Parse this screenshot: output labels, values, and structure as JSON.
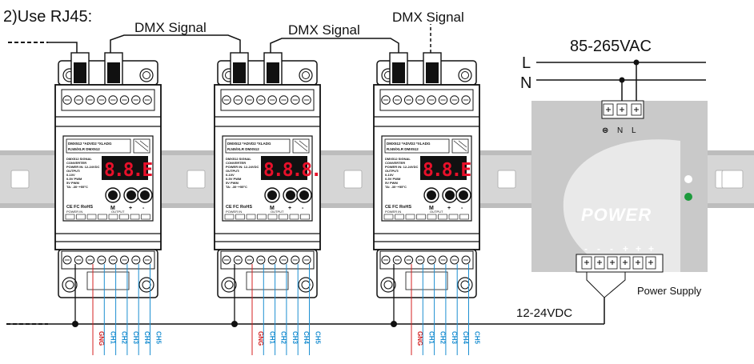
{
  "title": "2)Use RJ45:",
  "dmx_signal_labels": [
    "DMX Signal",
    "DMX Signal",
    "DMX Signal"
  ],
  "mains": {
    "voltage": "85-265VAC",
    "line": "L",
    "neutral": "N"
  },
  "power_supply": {
    "label": "Power Supply",
    "brand_text": "POWER",
    "input_terminals": [
      "⊜",
      "N",
      "L"
    ],
    "output_polarity": [
      "-",
      "-",
      "-",
      "+",
      "+",
      "+"
    ],
    "output_voltage": "12-24VDC"
  },
  "converters": [
    {
      "display": "8.8.E",
      "header_line1": "DMX512 *ADVD2 *XLADG",
      "header_line2": "RJ45/XLR  DMX512",
      "info_lines": [
        "DMX512 SIGNAL",
        "CONVERTER",
        "POWER IN: 12-24VDC",
        "OUTPUT:",
        "0-10V",
        "0-5V PWM",
        "5V PWM",
        "TA: -30~+55°C"
      ],
      "buttons": [
        "M",
        "+",
        "-"
      ],
      "cert": "CE FC RoHS",
      "bottom_labels": [
        "POWER IN",
        "OUTPUT"
      ],
      "wires": [
        "GNG",
        "CH1",
        "CH2",
        "CH3",
        "CH4",
        "CH5"
      ]
    },
    {
      "display": "8.8.8.",
      "header_line1": "DMX512 *ADVD2 *XLADG",
      "header_line2": "RJ45/XLR  DMX512",
      "info_lines": [
        "DMX512 SIGNAL",
        "CONVERTER",
        "POWER IN: 12-24VDC",
        "OUTPUT:",
        "0-10V",
        "0-5V PWM",
        "5V PWM",
        "TA: -30~+55°C"
      ],
      "buttons": [
        "M",
        "+",
        "-"
      ],
      "cert": "CE FC RoHS",
      "bottom_labels": [
        "POWER IN",
        "OUTPUT"
      ],
      "wires": [
        "GNG",
        "CH1",
        "CH2",
        "CH3",
        "CH4",
        "CH5"
      ]
    },
    {
      "display": "8.8.E",
      "header_line1": "DMX512 *ADVD2 *XLADG",
      "header_line2": "RJ45/XLR  DMX512",
      "info_lines": [
        "DMX512 SIGNAL",
        "CONVERTER",
        "POWER IN: 12-24VDC",
        "OUTPUT:",
        "0-10V",
        "0-5V PWM",
        "5V PWM",
        "TA: -30~+55°C"
      ],
      "buttons": [
        "M",
        "+",
        "-"
      ],
      "cert": "CE FC RoHS",
      "bottom_labels": [
        "POWER IN",
        "OUTPUT"
      ],
      "wires": [
        "GNG",
        "CH1",
        "CH2",
        "CH3",
        "CH4",
        "CH5"
      ]
    }
  ],
  "colors": {
    "rail": "#d6d6d6",
    "rail_dark": "#b4b4b4",
    "psu_body": "#c9c9c9",
    "psu_arc": "#e9e9e9",
    "power_led_green": "#1c9a3c",
    "gnd_wire": "#d42020",
    "channel_wire": "#1d8fd1",
    "display_bg": "#111111",
    "display_digit": "#e8102a"
  }
}
